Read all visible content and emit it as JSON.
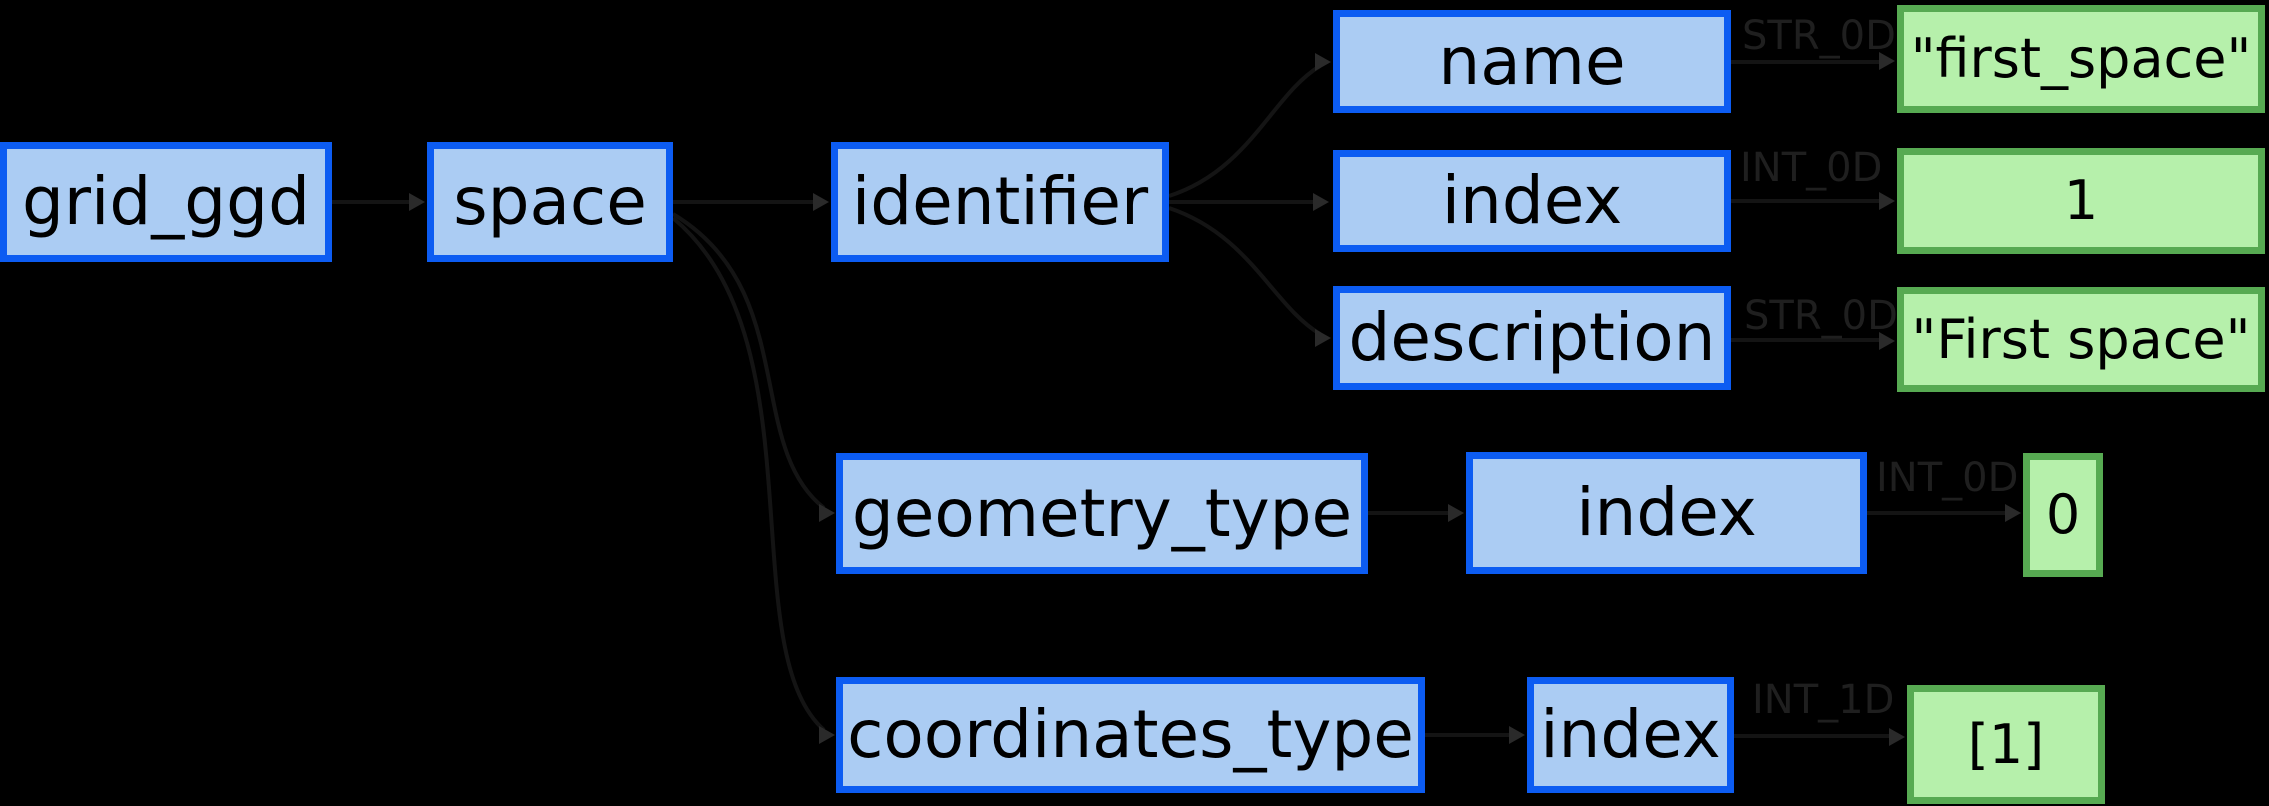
{
  "diagram": {
    "kind": "tree-diagram",
    "colors": {
      "background": "#000000",
      "node_fill": "#abccf3",
      "node_border": "#0c5cf2",
      "value_fill": "#b6f0ab",
      "value_border": "#57aa52",
      "node_text": "#000000",
      "edge_label": "#1f1f1f"
    },
    "nodes": [
      {
        "id": "grid_ggd",
        "label": "grid_ggd"
      },
      {
        "id": "space",
        "label": "space"
      },
      {
        "id": "identifier",
        "label": "identifier"
      },
      {
        "id": "name",
        "label": "name"
      },
      {
        "id": "identifier_index",
        "label": "index"
      },
      {
        "id": "description",
        "label": "description"
      },
      {
        "id": "geometry_type",
        "label": "geometry_type"
      },
      {
        "id": "geometry_index",
        "label": "index"
      },
      {
        "id": "coordinates_type",
        "label": "coordinates_type"
      },
      {
        "id": "coordinates_index",
        "label": "index"
      }
    ],
    "values": [
      {
        "label": "\"first_space\"",
        "type_tag": "STR_0D"
      },
      {
        "label": "1",
        "type_tag": "INT_0D"
      },
      {
        "label": "\"First space\"",
        "type_tag": "STR_0D"
      },
      {
        "label": "0",
        "type_tag": "INT_0D"
      },
      {
        "label": "[1]",
        "type_tag": "INT_1D"
      }
    ]
  }
}
